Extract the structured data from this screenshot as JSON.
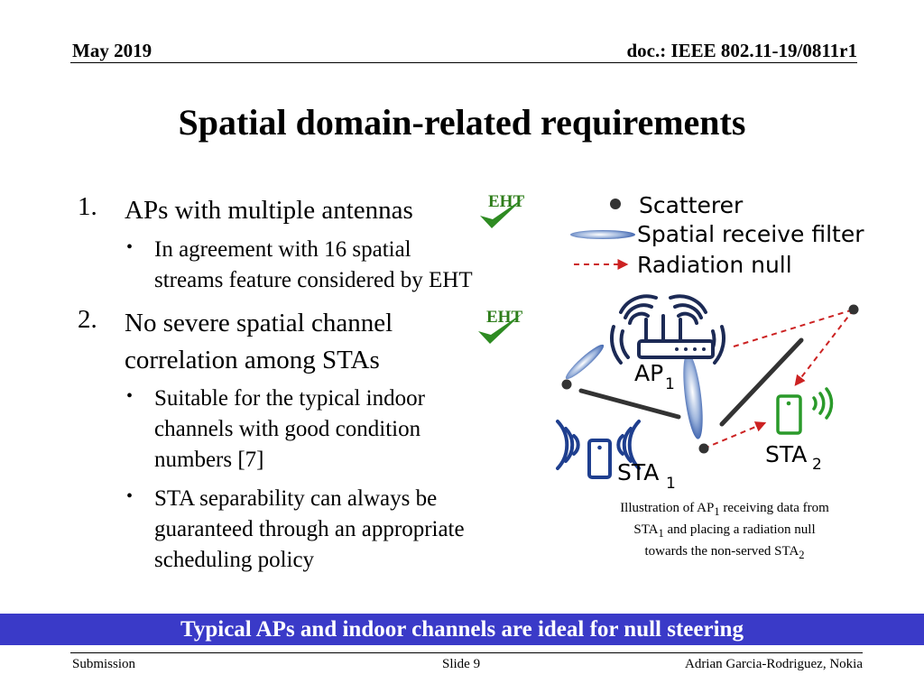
{
  "header": {
    "date": "May 2019",
    "doc": "doc.: IEEE 802.11-19/0811r1"
  },
  "title": "Spatial domain-related requirements",
  "items": [
    {
      "number": "1.",
      "lines": [
        "APs with multiple antennas"
      ],
      "badge": "EHT",
      "bullets": [
        {
          "lines": [
            "In agreement with 16 spatial",
            "streams feature considered by EHT"
          ]
        }
      ]
    },
    {
      "number": "2.",
      "lines": [
        "No severe spatial channel",
        "correlation among STAs"
      ],
      "badge": "EHT",
      "bullets": [
        {
          "lines": [
            "Suitable for the typical indoor",
            "channels with good condition",
            "numbers [7]"
          ]
        },
        {
          "lines": [
            "STA separability can always be",
            "guaranteed through an appropriate",
            "scheduling policy"
          ]
        }
      ]
    }
  ],
  "bullet_glyph": "•",
  "figure": {
    "legend": {
      "scatterer": "Scatterer",
      "filter": "Spatial receive filter",
      "null": "Radiation null"
    },
    "labels": {
      "ap": "AP",
      "ap_sub": "1",
      "sta1": "STA",
      "sta1_sub": "1",
      "sta2": "STA",
      "sta2_sub": "2"
    },
    "caption": {
      "l1a": "Illustration of AP",
      "l1sub": "1",
      "l1b": " receiving data from",
      "l2a": "STA",
      "l2sub": "1",
      "l2b": " and placing a radiation null",
      "l3a": "towards the non-served STA",
      "l3sub": "2"
    },
    "colors": {
      "filter": "#2f56a6",
      "null": "#cc2222",
      "sta1": "#1f3f8f",
      "sta2": "#2a9a2a",
      "check": "#2e8b22"
    }
  },
  "banner": "Typical APs and indoor channels are ideal for null steering",
  "footer": {
    "left": "Submission",
    "center": "Slide 9",
    "right": "Adrian Garcia-Rodriguez, Nokia"
  }
}
